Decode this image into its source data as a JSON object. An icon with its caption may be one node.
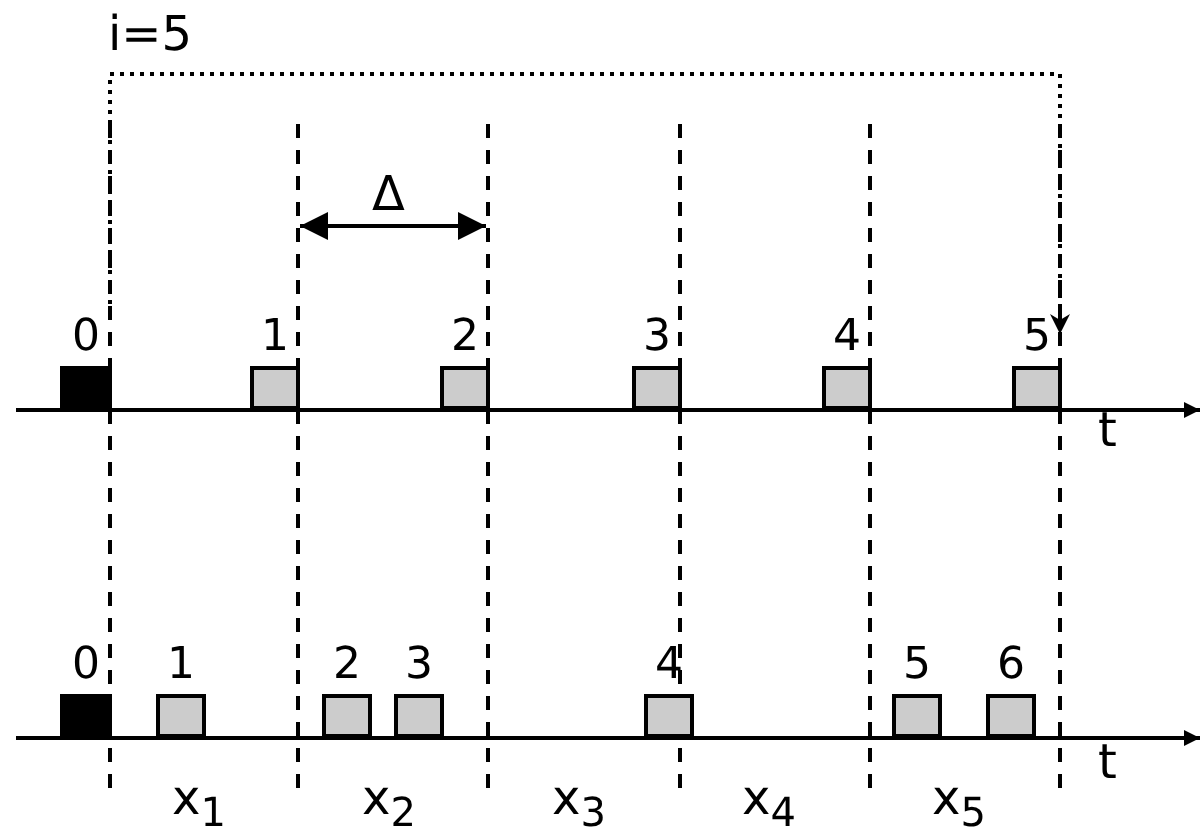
{
  "diagram": {
    "nodes": [
      {
        "text": [
          "0"
        ]
      },
      {
        "text": [
          "1"
        ]
      },
      {
        "text": [
          "2"
        ]
      },
      {
        "text": [
          "3"
        ]
      },
      {
        "text": [
          "4"
        ]
      },
      {
        "text": [
          "5"
        ]
      },
      {
        "text": [
          "0"
        ]
      },
      {
        "text": [
          "1"
        ]
      },
      {
        "text": [
          "2"
        ]
      },
      {
        "text": [
          "3"
        ]
      },
      {
        "text": [
          "4"
        ]
      },
      {
        "text": [
          "5"
        ]
      },
      {
        "text": [
          "6"
        ]
      }
    ],
    "edges": [
      {
        "from": 0,
        "to": 5,
        "arrow": "to",
        "label": "i=5",
        "style": "dashed"
      }
    ],
    "labels": [
      "Δ",
      "t",
      "t",
      "x$_{1}$",
      "x$_{2}$",
      "x$_{3}$",
      "x$_{4}$",
      "x$_{5}$"
    ]
  }
}
